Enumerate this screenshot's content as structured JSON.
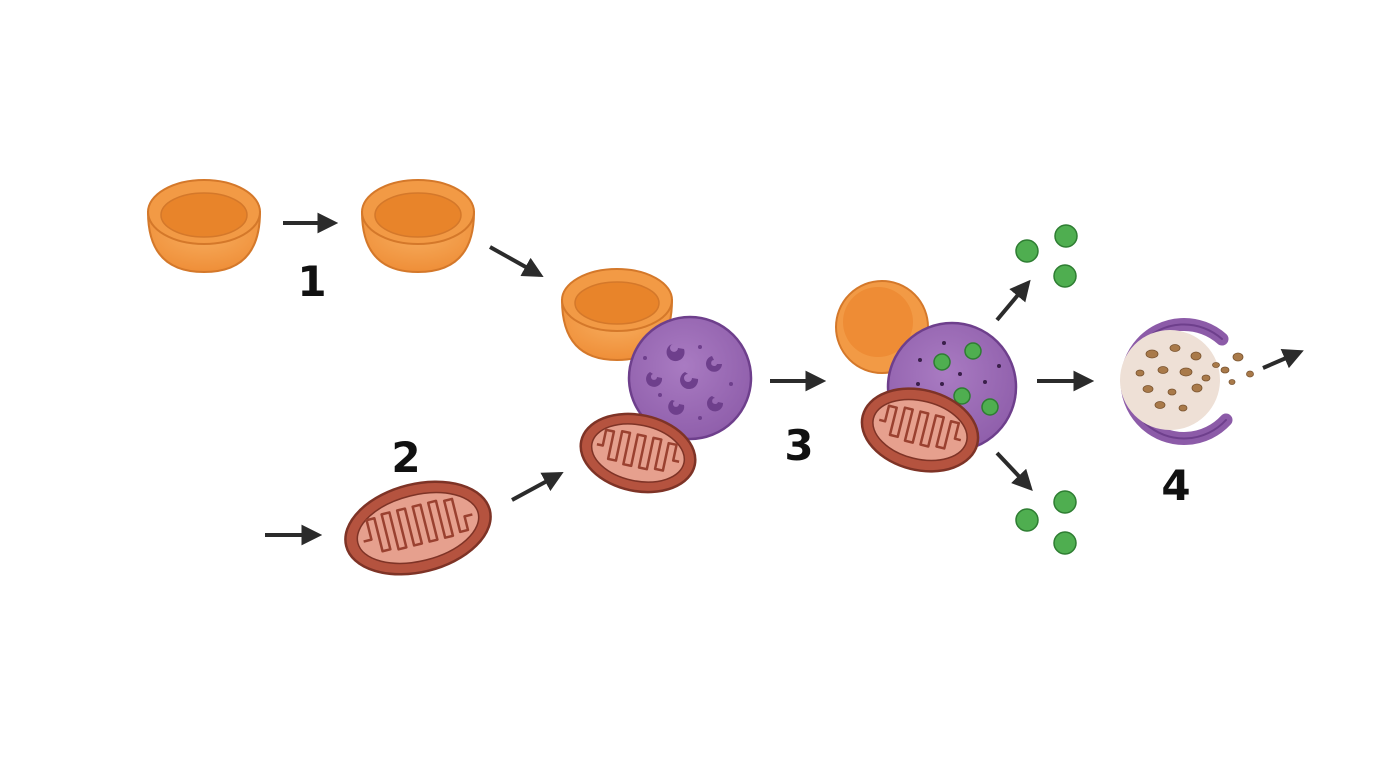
{
  "step_labels": {
    "step1": "1",
    "step2": "2",
    "step3": "3",
    "step4": "4"
  },
  "icons": [
    "phagophore-cup-icon",
    "mitochondrion-icon",
    "lysosome-icon",
    "autolysosome-icon",
    "released-particle-icon",
    "arrow-icon"
  ],
  "colors": {
    "cup_fill": "#F29A45",
    "cup_inner": "#E8842A",
    "cup_stroke": "#D4782A",
    "mito_fill": "#B5533F",
    "mito_inner": "#E6A08E",
    "mito_stroke": "#7E3326",
    "lysosome_fill": "#9B6BB5",
    "lysosome_stroke": "#6E3F8C",
    "granule": "#4FAE50",
    "granule_stroke": "#2E7D32",
    "debris": "#A97A4A",
    "autolysosome_inner": "#EEE0D6",
    "arrow": "#2B2B2B",
    "background": "#FFFFFF"
  }
}
